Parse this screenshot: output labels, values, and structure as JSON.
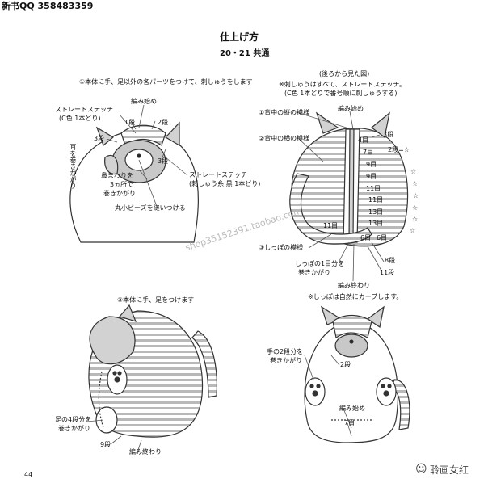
{
  "header": {
    "source_tag": "新书QQ 358483359"
  },
  "title": {
    "main": "仕上げ方",
    "sub": "20・21 共通"
  },
  "page_number": "44",
  "watermark": "shop35152391.taobao.com",
  "corner_logo": "聆画女红",
  "step1": {
    "heading": "①本体に手、足以外の各パーツをつけて、刺しゅうをします",
    "labels": {
      "straight_stitch_c": "ストレートステッチ",
      "straight_stitch_c_detail": "(C色 1本どり)",
      "start": "編み始め",
      "row1": "1段",
      "row2": "2段",
      "row3_left": "3段",
      "row3_right": "3段",
      "ears": "耳を巻きかがり",
      "nose_wrap_1": "鼻まわりを",
      "nose_wrap_2": "3ヵ所で",
      "nose_wrap_3": "巻きかがり",
      "straight_stitch_black": "ストレートステッチ",
      "straight_stitch_black_detail": "(刺しゅう糸 黒 1本どり)",
      "bead": "丸小ビーズを縫いつける"
    }
  },
  "back_view": {
    "heading": "(後ろから見た図)",
    "note_1": "※刺しゅうはすべて、ストレートステッチ。",
    "note_2": "(C色 1本どりで番号順に刺しゅうする)",
    "labels": {
      "back_vertical": "①背中の縦の模様",
      "start": "編み始め",
      "row3": "3段",
      "back_horizontal": "②背中の横の模様",
      "row2_star": "2段=☆",
      "tail_pattern": "③しっぽの模様",
      "tail_row1_1": "しっぽの1目分を",
      "tail_row1_2": "巻きかがり",
      "row8": "8段",
      "row11": "11段",
      "end": "編み終わり",
      "stitch_counts": [
        "4目",
        "7目",
        "9目",
        "9目",
        "11目",
        "11目",
        "13目",
        "13目",
        "11目",
        "6目",
        "6目"
      ]
    }
  },
  "step2": {
    "heading": "②本体に手、足をつけます",
    "labels": {
      "foot_row4_1": "足の4段分を",
      "foot_row4_2": "巻きかがり",
      "row9": "9段",
      "end": "編み終わり"
    }
  },
  "front_view": {
    "note": "※しっぽは自然にカーブします。",
    "labels": {
      "hand_row2_1": "手の2段分を",
      "hand_row2_2": "巻きかがり",
      "row2": "2段",
      "start": "編み始め",
      "stitch7": "7目"
    }
  }
}
